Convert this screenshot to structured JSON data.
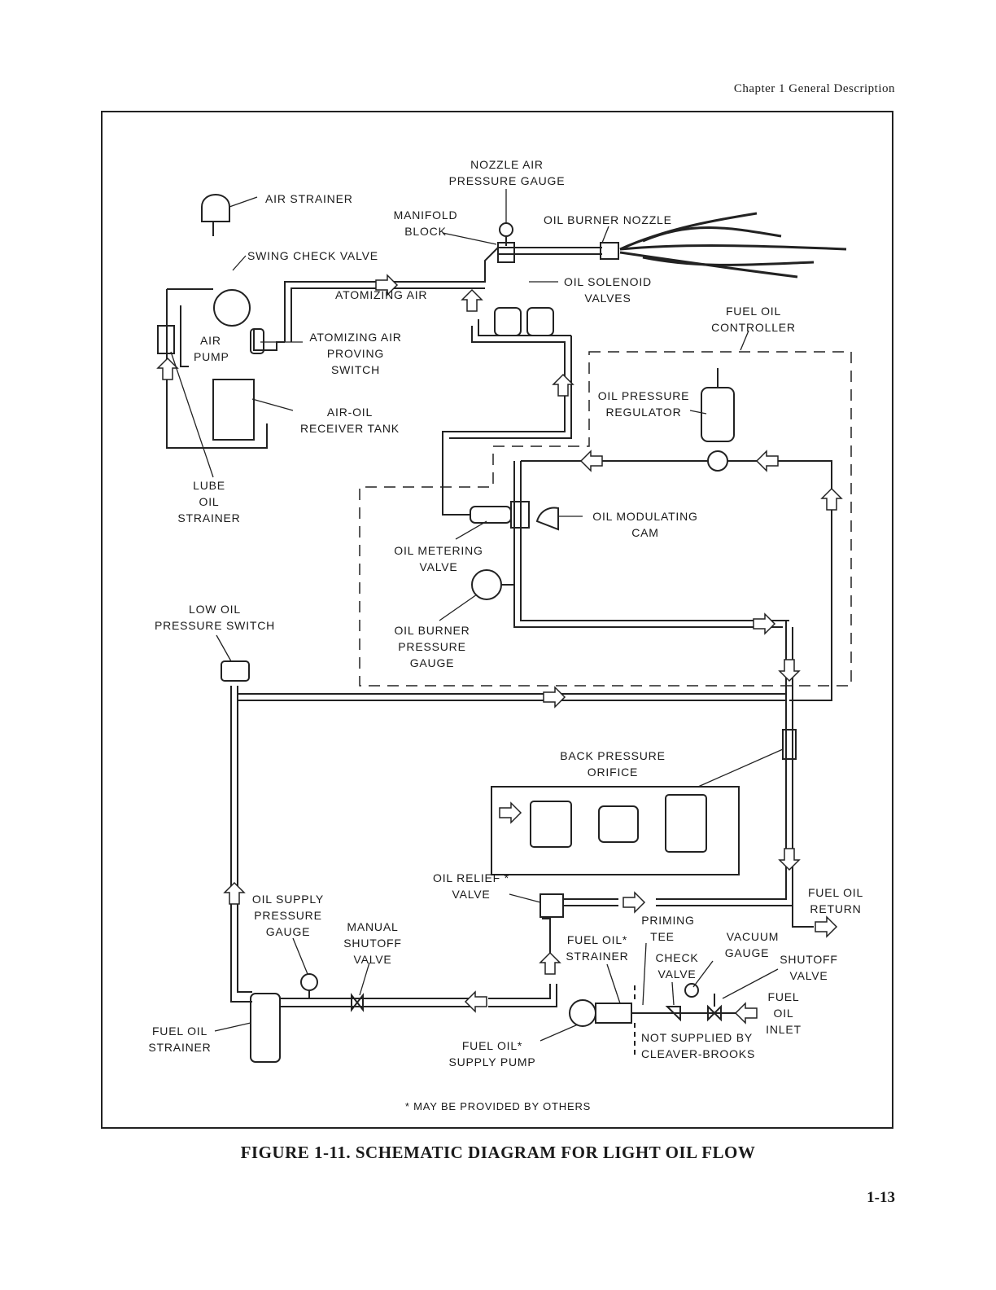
{
  "header": "Chapter 1   General Description",
  "page_number": "1-13",
  "caption": "FIGURE 1-11. SCHEMATIC DIAGRAM FOR LIGHT OIL FLOW",
  "footnote": "* MAY BE PROVIDED BY OTHERS",
  "labels": {
    "nozzle_air_gauge": [
      "NOZZLE AIR",
      "PRESSURE GAUGE"
    ],
    "air_strainer": "AIR STRAINER",
    "manifold_block": [
      "MANIFOLD",
      "BLOCK"
    ],
    "oil_burner_nozzle": "OIL BURNER NOZZLE",
    "swing_check_valve": "SWING CHECK VALVE",
    "atomizing_air": "ATOMIZING AIR",
    "oil_solenoid_valves": [
      "OIL SOLENOID",
      "VALVES"
    ],
    "fuel_oil_controller": [
      "FUEL OIL",
      "CONTROLLER"
    ],
    "air_pump": [
      "AIR",
      "PUMP"
    ],
    "atomizing_air_proving_switch": [
      "ATOMIZING AIR",
      "PROVING",
      "SWITCH"
    ],
    "oil_pressure_regulator": [
      "OIL PRESSURE",
      "REGULATOR"
    ],
    "air_oil_receiver_tank": [
      "AIR-OIL",
      "RECEIVER TANK"
    ],
    "lube_oil_strainer": [
      "LUBE",
      "OIL",
      "STRAINER"
    ],
    "oil_modulating_cam": [
      "OIL MODULATING",
      "CAM"
    ],
    "oil_metering_valve": [
      "OIL METERING",
      "VALVE"
    ],
    "low_oil_pressure_switch": [
      "LOW OIL",
      "PRESSURE SWITCH"
    ],
    "oil_burner_pressure_gauge": [
      "OIL BURNER",
      "PRESSURE",
      "GAUGE"
    ],
    "back_pressure_orifice": [
      "BACK PRESSURE",
      "ORIFICE"
    ],
    "oil_relief_valve": [
      "OIL RELIEF *",
      "VALVE"
    ],
    "fuel_oil_return": [
      "FUEL OIL",
      "RETURN"
    ],
    "oil_supply_pressure_gauge": [
      "OIL SUPPLY",
      "PRESSURE",
      "GAUGE"
    ],
    "manual_shutoff_valve": [
      "MANUAL",
      "SHUTOFF",
      "VALVE"
    ],
    "priming_tee": [
      "PRIMING",
      "TEE"
    ],
    "fuel_oil_strainer_star": [
      "FUEL OIL*",
      "STRAINER"
    ],
    "vacuum_gauge": [
      "VACUUM",
      "GAUGE"
    ],
    "check_valve": [
      "CHECK",
      "VALVE"
    ],
    "shutoff_valve": [
      "SHUTOFF",
      "VALVE"
    ],
    "fuel_oil_inlet": [
      "FUEL",
      "OIL",
      "INLET"
    ],
    "fuel_oil_strainer": [
      "FUEL OIL",
      "STRAINER"
    ],
    "fuel_oil_supply_pump": [
      "FUEL OIL*",
      "SUPPLY PUMP"
    ],
    "not_supplied_by": [
      "NOT SUPPLIED BY",
      "CLEAVER-BROOKS"
    ]
  }
}
